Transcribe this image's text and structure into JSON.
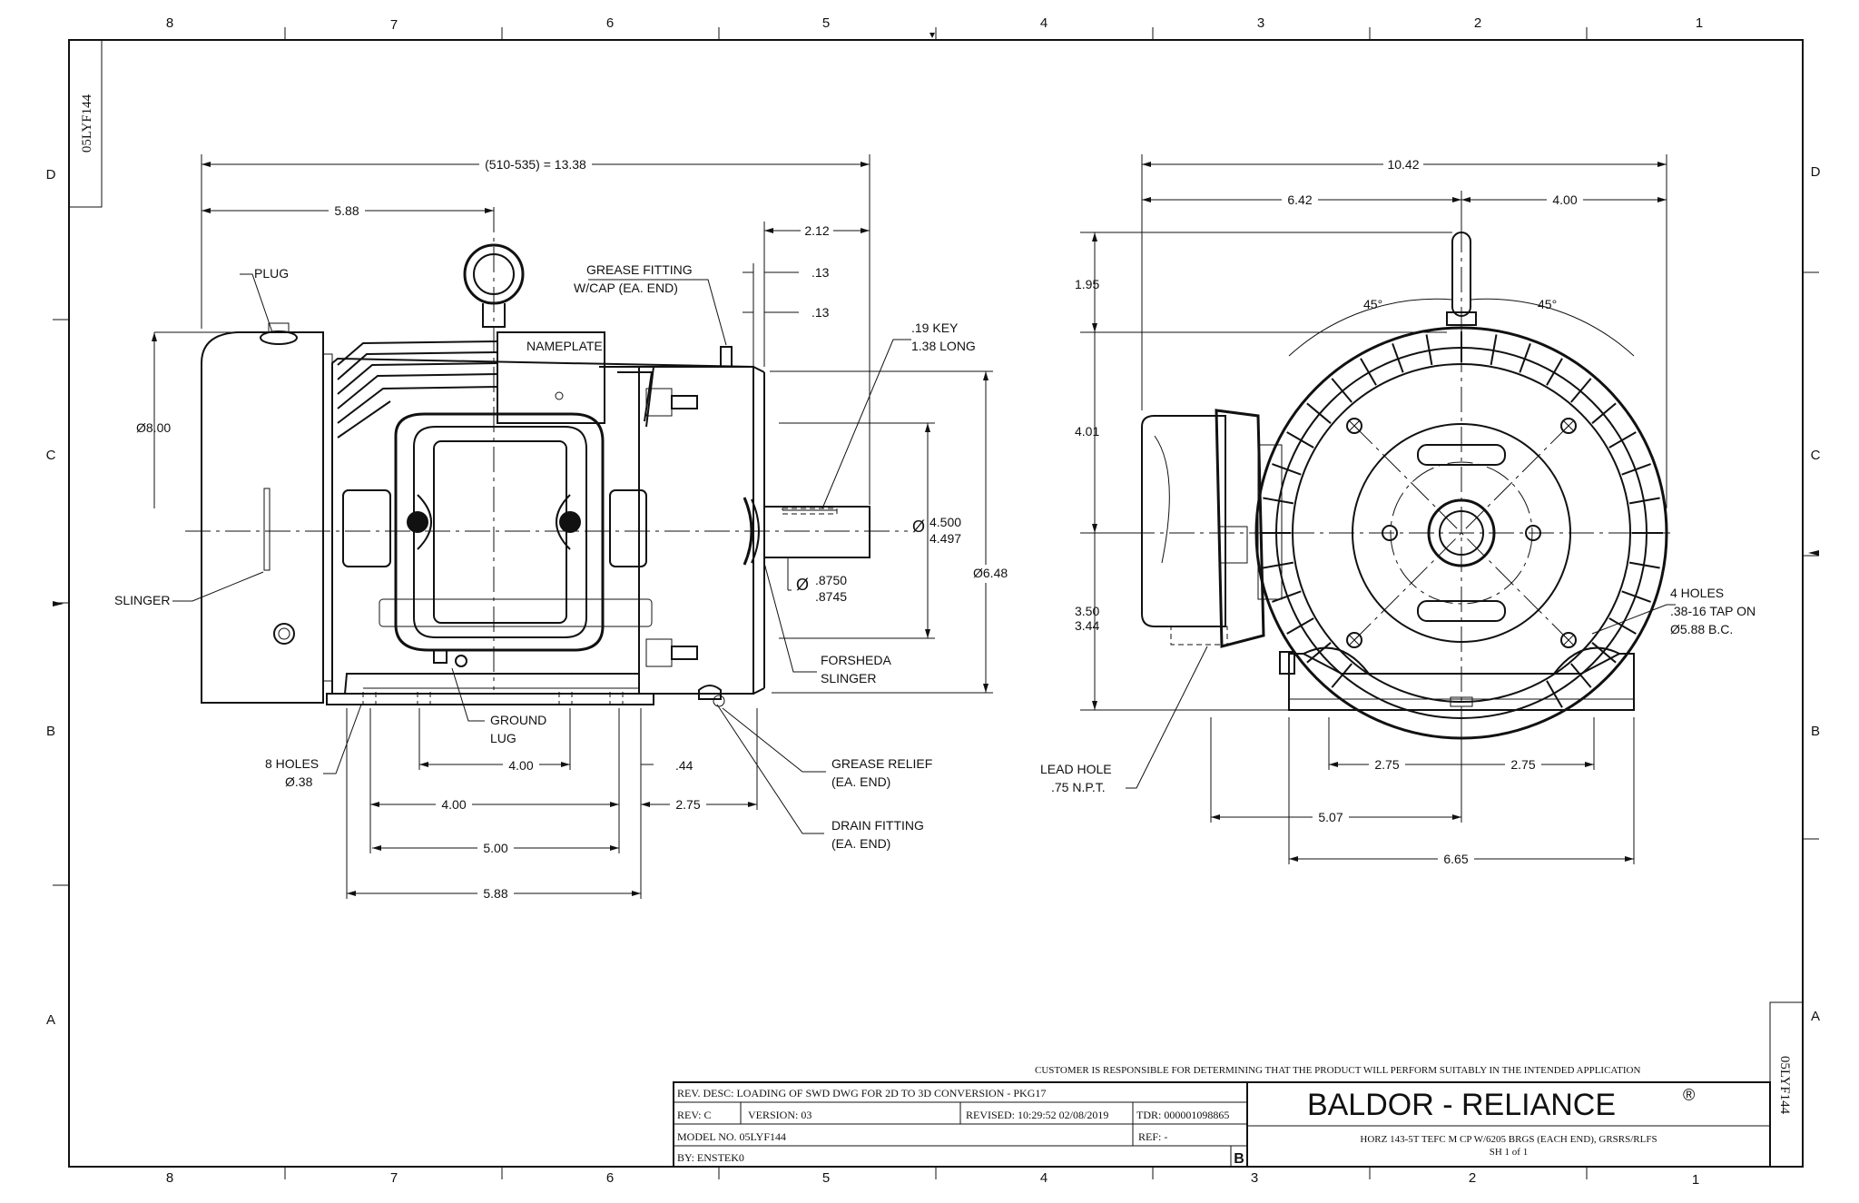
{
  "zones": {
    "columns_top": [
      "8",
      "7",
      "6",
      "5",
      "4",
      "3",
      "2",
      "1"
    ],
    "columns_bottom": [
      "8",
      "7",
      "6",
      "5",
      "4",
      "3",
      "2",
      "1"
    ],
    "rows_left": [
      "D",
      "C",
      "B",
      "A"
    ],
    "rows_right": [
      "D",
      "C",
      "B",
      "A"
    ]
  },
  "doc_id_top_left": "05LYF144",
  "doc_id_bottom_right": "05LYF144",
  "side_view": {
    "dims": {
      "overall": "(510-535) = 13.38",
      "d_5_88_top": "5.88",
      "d_2_12": "2.12",
      "d_13_a": ".13",
      "d_13_b": ".13",
      "d_8_00": "Ø8.00",
      "d_4_500": "4.500",
      "d_4_497": "4.497",
      "d_6_48": "Ø6.48",
      "d_8750": ".8750",
      "d_8745": ".8745",
      "d_4_00_a": "4.00",
      "d_44": ".44",
      "d_4_00_b": "4.00",
      "d_2_75": "2.75",
      "d_5_00": "5.00",
      "d_5_88_bottom": "5.88"
    },
    "labels": {
      "plug": "PLUG",
      "grease_fitting_1": "GREASE FITTING",
      "grease_fitting_2": "W/CAP (EA. END)",
      "nameplate": "NAMEPLATE",
      "key_1": ".19 KEY",
      "key_2": "1.38 LONG",
      "slinger": "SLINGER",
      "forsheda_1": "FORSHEDA",
      "forsheda_2": "SLINGER",
      "ground_1": "GROUND",
      "ground_2": "LUG",
      "holes_1": "8 HOLES",
      "holes_2": "Ø.38",
      "relief_1": "GREASE RELIEF",
      "relief_2": "(EA. END)",
      "drain_1": "DRAIN FITTING",
      "drain_2": "(EA. END)"
    }
  },
  "end_view": {
    "dims": {
      "d_10_42": "10.42",
      "d_6_42": "6.42",
      "d_4_00": "4.00",
      "d_1_95": "1.95",
      "angle_left": "45°",
      "angle_right": "45°",
      "d_4_01": "4.01",
      "d_3_50": "3.50",
      "d_3_44": "3.44",
      "d_2_75_a": "2.75",
      "d_2_75_b": "2.75",
      "d_5_07": "5.07",
      "d_6_65": "6.65"
    },
    "labels": {
      "holes_1": "4 HOLES",
      "holes_2": ".38-16 TAP ON",
      "holes_3": "Ø5.88 B.C.",
      "lead_1": "LEAD HOLE",
      "lead_2": ".75 N.P.T."
    }
  },
  "title_block": {
    "disclaimer": "CUSTOMER IS RESPONSIBLE FOR DETERMINING THAT THE PRODUCT WILL PERFORM SUITABLY IN THE INTENDED APPLICATION",
    "rev_desc": "REV. DESC: LOADING OF SWD DWG FOR 2D TO 3D CONVERSION - PKG17",
    "rev": "REV:  C",
    "version": "VERSION:  03",
    "revised": "REVISED:  10:29:52 02/08/2019",
    "tdr": "TDR: 000001098865",
    "model": "MODEL NO.  05LYF144",
    "ref": "REF:  -",
    "by": "BY: ENSTEK0",
    "size": "B",
    "brand": "BALDOR - RELIANCE",
    "brand_mark": "®",
    "description": "HORZ 143-5T TEFC M CP W/6205 BRGS (EACH END), GRSRS/RLFS",
    "sheet": "SH 1 of 1"
  }
}
